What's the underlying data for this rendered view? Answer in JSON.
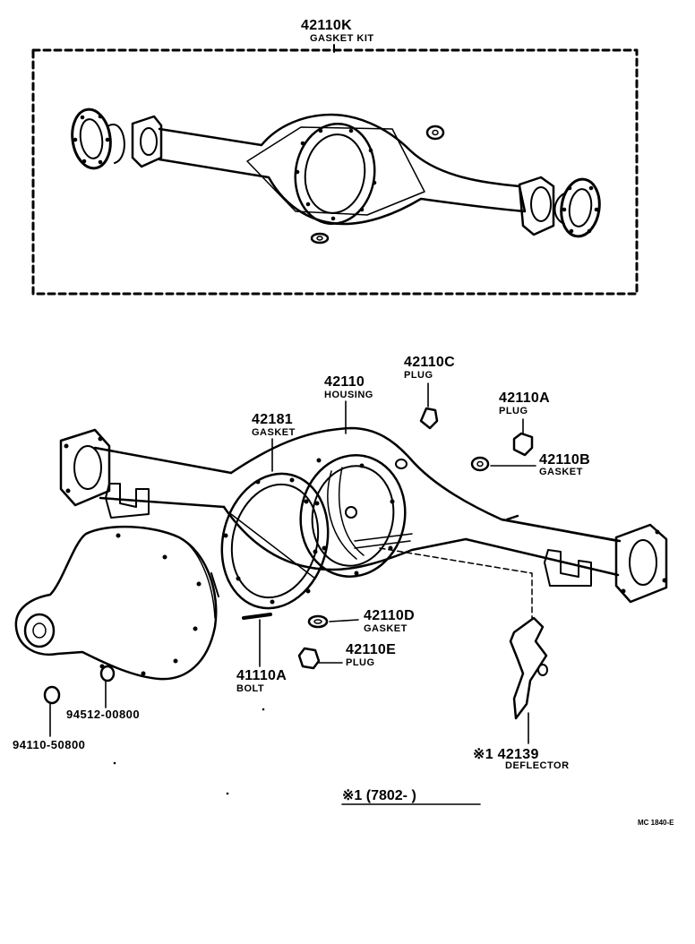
{
  "kit": {
    "part_no": "42110K",
    "name": "GASKET KIT"
  },
  "parts": {
    "housing": {
      "part_no": "42110",
      "name": "HOUSING"
    },
    "plug_c": {
      "part_no": "42110C",
      "name": "PLUG"
    },
    "plug_a": {
      "part_no": "42110A",
      "name": "PLUG"
    },
    "gasket_b": {
      "part_no": "42110B",
      "name": "GASKET"
    },
    "gasket_181": {
      "part_no": "42181",
      "name": "GASKET"
    },
    "gasket_d": {
      "part_no": "42110D",
      "name": "GASKET"
    },
    "plug_e": {
      "part_no": "42110E",
      "name": "PLUG"
    },
    "bolt": {
      "part_no": "41110A",
      "name": "BOLT"
    },
    "deflector": {
      "part_no": "※1 42139",
      "name": "DEFLECTOR"
    },
    "nut_94512": {
      "part_no": "94512-00800"
    },
    "washer_94110": {
      "part_no": "94110-50800"
    }
  },
  "footnote": "※1 (7802‐     )",
  "drawing_code": "MC 1840-E"
}
